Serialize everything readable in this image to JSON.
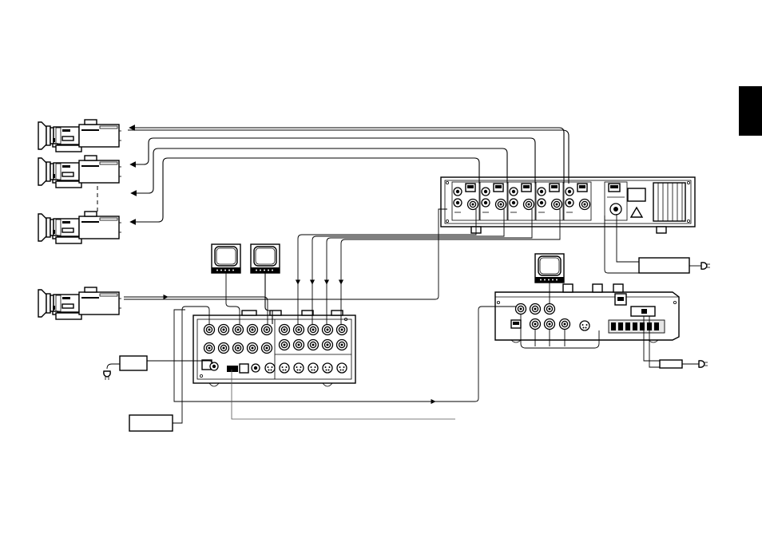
{
  "page": {
    "section_tab_color": "#000000",
    "line_color": "#000000",
    "background": "#ffffff"
  },
  "diagram": {
    "cameras": [
      {
        "id": "camera-1",
        "icon": "camera-icon"
      },
      {
        "id": "camera-2",
        "icon": "camera-icon"
      },
      {
        "id": "camera-3",
        "icon": "camera-icon"
      },
      {
        "id": "camera-4",
        "icon": "camera-icon"
      }
    ],
    "monitors": [
      {
        "id": "monitor-1",
        "icon": "monitor-icon"
      },
      {
        "id": "monitor-2",
        "icon": "monitor-icon"
      },
      {
        "id": "monitor-3",
        "icon": "monitor-icon"
      }
    ],
    "units": [
      {
        "id": "camera-power-unit",
        "icon": "rack-unit-icon"
      },
      {
        "id": "switcher-unit",
        "icon": "switcher-icon"
      },
      {
        "id": "controller-unit",
        "icon": "controller-icon"
      },
      {
        "id": "power-supply-1",
        "icon": "ac-adaptor-icon"
      },
      {
        "id": "power-supply-2",
        "icon": "ac-adaptor-icon"
      },
      {
        "id": "blank-box",
        "icon": "box-icon"
      }
    ],
    "plugs": [
      {
        "id": "plug-1",
        "icon": "power-plug-icon"
      },
      {
        "id": "plug-2",
        "icon": "power-plug-icon"
      },
      {
        "id": "plug-3",
        "icon": "power-plug-icon"
      }
    ]
  }
}
